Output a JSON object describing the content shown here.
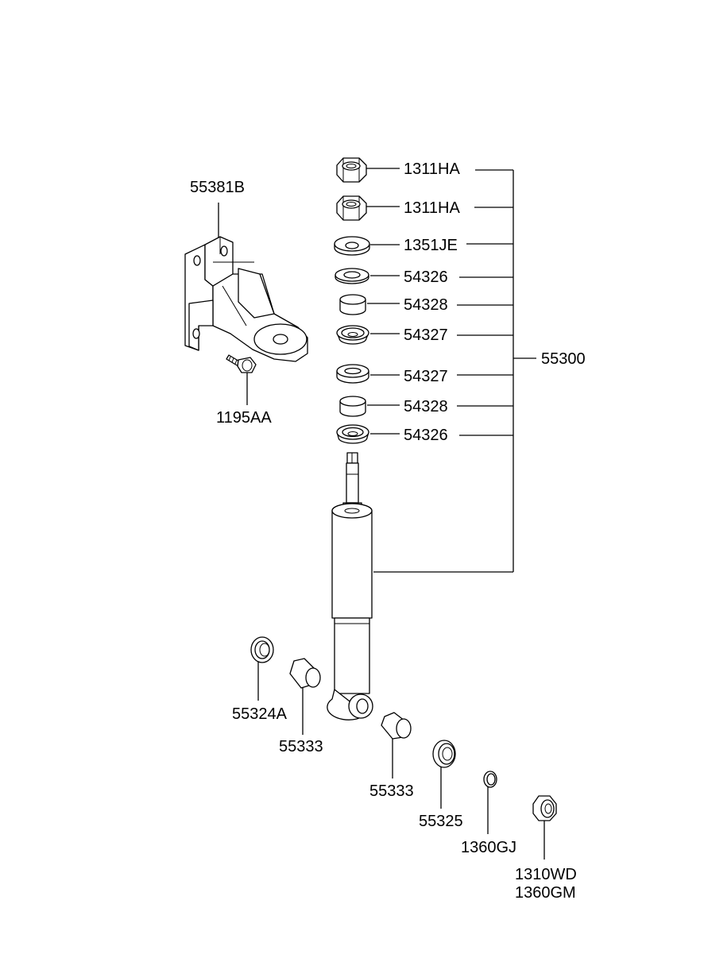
{
  "labels": {
    "nut_top_1": "1311HA",
    "nut_top_2": "1311HA",
    "washer_top": "1351JE",
    "washer_54326_a": "54326",
    "bush_54328_a": "54328",
    "cup_54327_a": "54327",
    "cup_54327_b": "54327",
    "bush_54328_b": "54328",
    "washer_54326_b": "54326",
    "absorber_assy": "55300",
    "bracket": "55381B",
    "bolt": "1195AA",
    "ring_55324a": "55324A",
    "bush_55333_a": "55333",
    "bush_55333_b": "55333",
    "washer_55325": "55325",
    "washer_1360gj": "1360GJ",
    "nut_1310wd": "1310WD",
    "nut_1360gm": "1360GM"
  }
}
